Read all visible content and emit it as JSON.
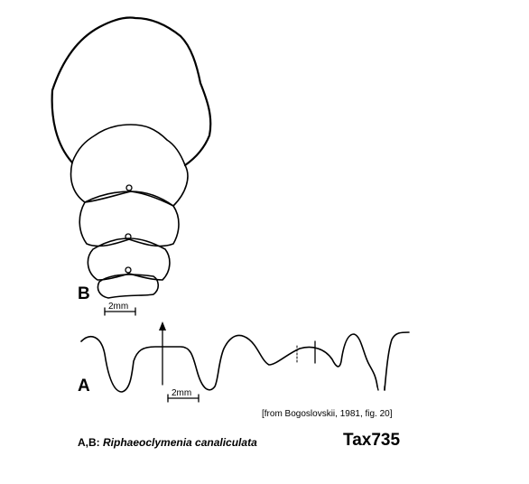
{
  "figure_b": {
    "label": "B",
    "scale_label": "2mm"
  },
  "figure_a": {
    "label": "A",
    "scale_label": "2mm"
  },
  "source": "[from Bogoslovskii, 1981, fig. 20]",
  "caption": {
    "prefix": "A,B: ",
    "species": "Riphaeoclymenia canaliculata"
  },
  "tax_id": "Tax735",
  "colors": {
    "ink": "#000000",
    "background": "#ffffff"
  }
}
